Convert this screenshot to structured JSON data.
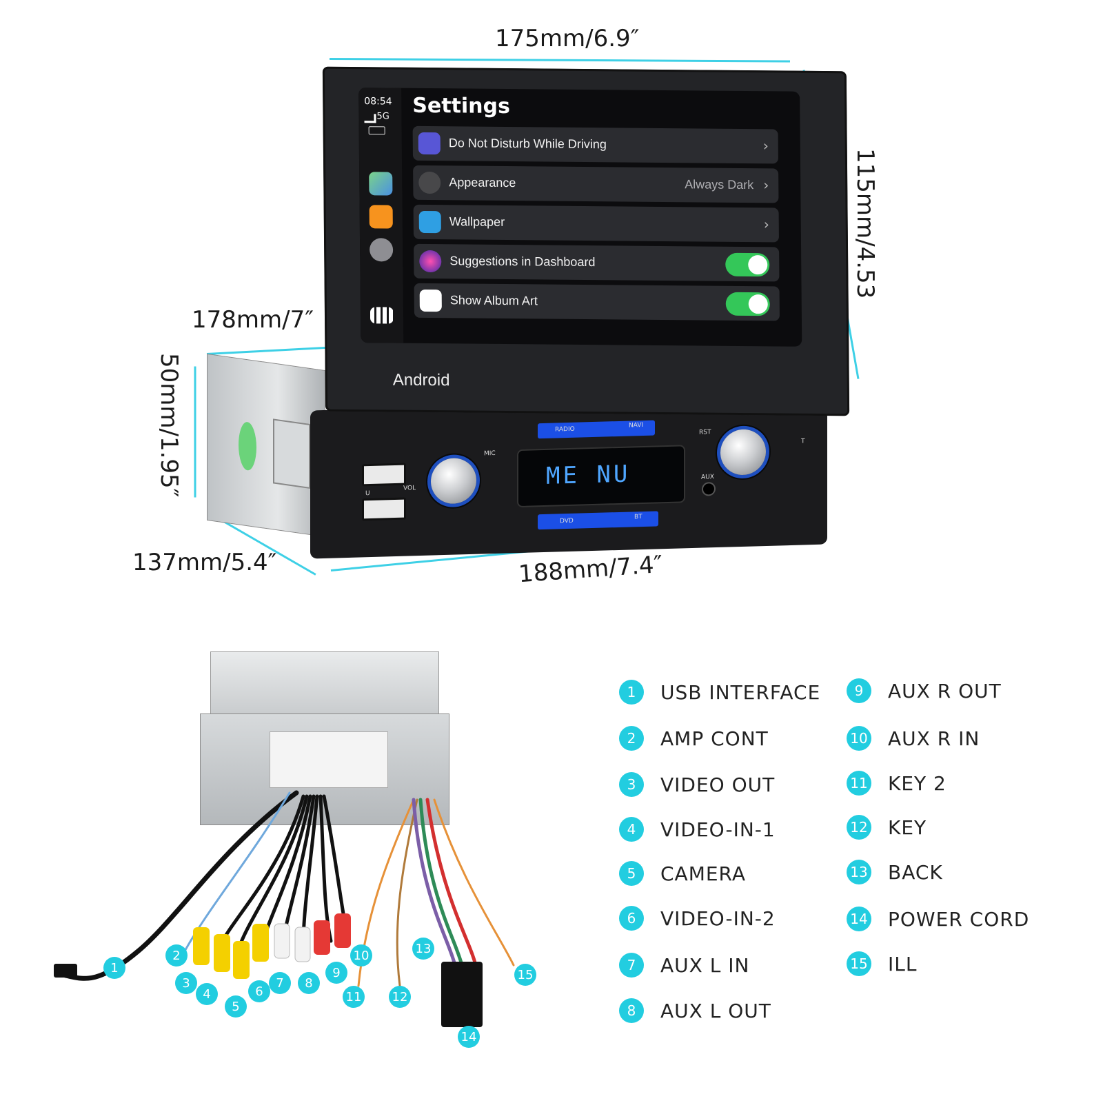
{
  "dimensions": {
    "width_top": "175mm/6.9″",
    "height_screen": "115mm/4.53",
    "chassis_width": "178mm/7″",
    "chassis_height": "50mm/1.95″",
    "depth": "137mm/5.4″",
    "faceplate_width": "188mm/7.4″"
  },
  "screen": {
    "status_time": "08:54",
    "status_network": "5G",
    "title": "Settings",
    "rows": [
      {
        "label": "Do Not Disturb While Driving",
        "value": "",
        "control": "chevron",
        "icon": "car-icon"
      },
      {
        "label": "Appearance",
        "value": "Always Dark",
        "control": "chevron",
        "icon": "appearance-icon"
      },
      {
        "label": "Wallpaper",
        "value": "",
        "control": "chevron",
        "icon": "wallpaper-icon"
      },
      {
        "label": "Suggestions in Dashboard",
        "value": "",
        "control": "toggle-on",
        "icon": "siri-icon"
      },
      {
        "label": "Show Album Art",
        "value": "",
        "control": "toggle-on",
        "icon": "album-art-icon"
      }
    ],
    "sidebar_apps": [
      "maps-icon",
      "books-icon",
      "settings-icon",
      "app-grid-icon"
    ],
    "brand": "Android"
  },
  "faceplate": {
    "lcd_text": "ME NU",
    "labels": {
      "radio": "RADIO",
      "navi": "NAVI",
      "mic": "MIC",
      "vol": "VOL",
      "rst": "RST",
      "aux": "AUX",
      "bt": "BT",
      "dvd": "DVD",
      "t": "T",
      "u": "U"
    }
  },
  "callouts": [
    "1",
    "2",
    "3",
    "4",
    "5",
    "6",
    "7",
    "8",
    "9",
    "10",
    "11",
    "12",
    "13",
    "14",
    "15"
  ],
  "legend": {
    "left": [
      {
        "num": "1",
        "label": "USB INTERFACE"
      },
      {
        "num": "2",
        "label": "AMP CONT"
      },
      {
        "num": "3",
        "label": "VIDEO OUT"
      },
      {
        "num": "4",
        "label": "VIDEO-IN-1"
      },
      {
        "num": "5",
        "label": "CAMERA"
      },
      {
        "num": "6",
        "label": "VIDEO-IN-2"
      },
      {
        "num": "7",
        "label": "AUX L IN"
      },
      {
        "num": "8",
        "label": "AUX L OUT"
      }
    ],
    "right": [
      {
        "num": "9",
        "label": "AUX R OUT"
      },
      {
        "num": "10",
        "label": "AUX R IN"
      },
      {
        "num": "11",
        "label": "KEY 2"
      },
      {
        "num": "12",
        "label": "KEY"
      },
      {
        "num": "13",
        "label": "BACK"
      },
      {
        "num": "14",
        "label": "POWER CORD"
      },
      {
        "num": "15",
        "label": "ILL"
      }
    ]
  },
  "colors": {
    "accent": "#22cde0",
    "dimension_line": "#3ed0e6",
    "toggle_on": "#34c759",
    "lcd_text": "#4fa6ff"
  }
}
